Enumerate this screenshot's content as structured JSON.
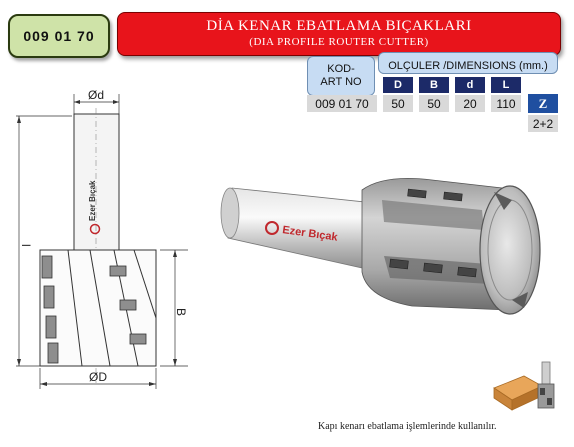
{
  "code_badge": "009 01 70",
  "title": {
    "main": "DİA KENAR EBATLAMA BIÇAKLARI",
    "sub": "(DIA PROFILE ROUTER CUTTER)"
  },
  "table": {
    "kod_label_1": "KOD-",
    "kod_label_2": "ART NO",
    "dimensions_label": "OLÇULER /DIMENSIONS (mm.)",
    "headers": [
      "D",
      "B",
      "d",
      "L"
    ],
    "row": {
      "code": "009 01 70",
      "values": [
        "50",
        "50",
        "20",
        "110"
      ]
    },
    "z_header": "Z",
    "z_value": "2+2"
  },
  "drawing": {
    "shank_dim": "Ød",
    "length_dim": "l",
    "body_dim": "B",
    "diameter_dim": "ØD",
    "brand": "Ezer Bıçak"
  },
  "render_brand": "Ezer Bıçak",
  "caption": "Kapı kenarı ebatlama işlemlerinde kullanılır.",
  "colors": {
    "title_red": "#e8141b",
    "badge_green": "#cfe3a8",
    "header_navy": "#1c2a68",
    "header_blue": "#c7dcf3",
    "z_blue": "#1f4fa0",
    "cell_gray": "#d9d9d9",
    "brand_red": "#c0282d"
  }
}
